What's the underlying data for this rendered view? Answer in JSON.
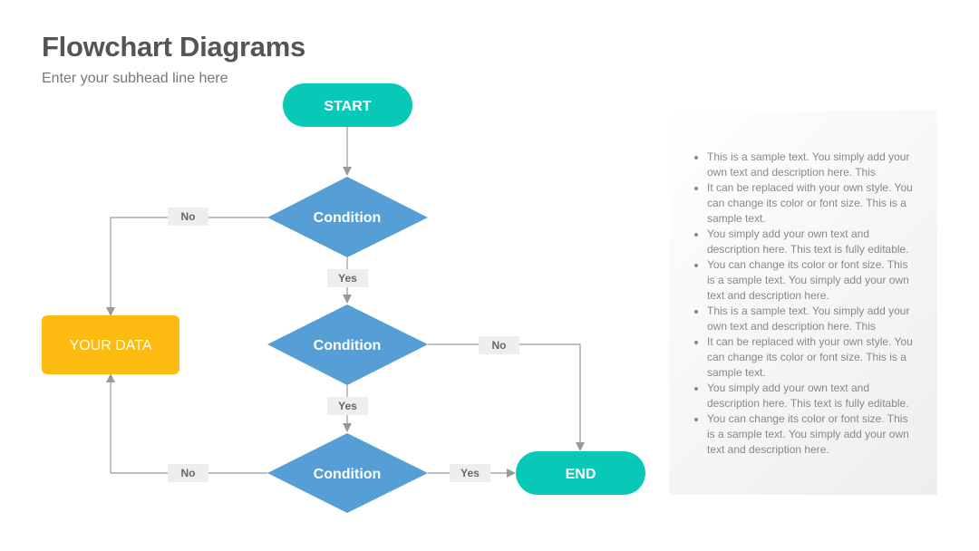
{
  "header": {
    "title": "Flowchart Diagrams",
    "subtitle": "Enter your subhead line here"
  },
  "nodes": {
    "start": "START",
    "condition1": "Condition",
    "condition2": "Condition",
    "condition3": "Condition",
    "your_data": "YOUR DATA",
    "end": "END"
  },
  "edge_labels": {
    "c1_no": "No",
    "c1_yes": "Yes",
    "c2_no": "No",
    "c2_yes": "Yes",
    "c3_no": "No",
    "c3_yes": "Yes"
  },
  "colors": {
    "terminal": "#08C9B8",
    "condition": "#559FD6",
    "data": "#FDBA10",
    "connector": "#999999",
    "tag_bg": "#EEEEEE"
  },
  "panel": {
    "bullets": [
      "This is a sample text. You simply add your own text and description here. This",
      "It can be replaced with your own style. You can change its color or font size. This is a sample text.",
      "You simply add your own text and description here. This text is fully editable.",
      "You can change its color or font size. This is a sample text. You simply add your own text and description here.",
      "This is a sample text. You simply add your own text and description here. This",
      "It can be replaced with your own style. You can change its color or font size. This is a sample text.",
      "You simply add your own text and description here. This text is fully editable.",
      "You can change its color or font size. This is a sample text. You simply add your own text and description here."
    ]
  }
}
